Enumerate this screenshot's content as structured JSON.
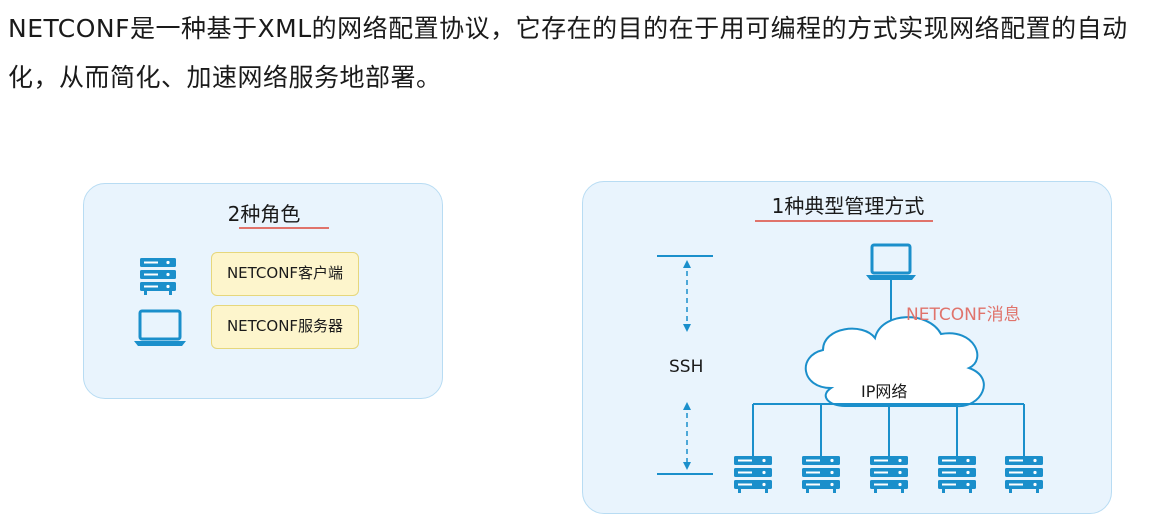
{
  "intro_text": "NETCONF是一种基于XML的网络配置协议，它存在的目的在于用可编程的方式实现网络配置的自动化，从而简化、加速网络服务地部署。",
  "roles_panel": {
    "title": "2种角色",
    "client_label": "NETCONF客户端",
    "server_label": "NETCONF服务器"
  },
  "mgmt_panel": {
    "title": "1种典型管理方式",
    "ssh_label": "SSH",
    "message_label": "NETCONF消息",
    "network_label": "IP网络"
  },
  "colors": {
    "icon_blue": "#1b8fcb",
    "panel_bg": "#e9f4fd",
    "panel_border": "#b8dcf3",
    "accent_red": "#e0736b",
    "box_fill": "#fdf5cc",
    "box_border": "#e6d77c"
  }
}
